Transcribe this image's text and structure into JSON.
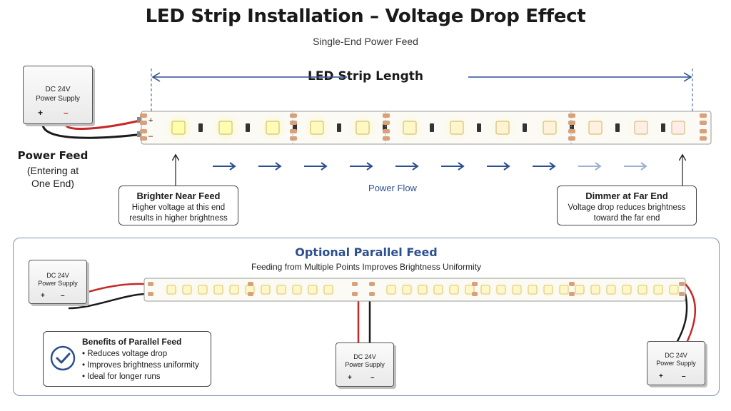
{
  "title": "LED Strip Installation – Voltage Drop Effect",
  "subtitle": "Single-End Power Feed",
  "strip_length_label": "LED Strip Length",
  "power_supply": {
    "line1": "DC 24V",
    "line2": "Power Supply",
    "plus": "+",
    "minus": "–"
  },
  "power_feed": {
    "label": "Power Feed",
    "sub_line1": "(Entering at",
    "sub_line2": "One End)"
  },
  "strip_end_marks": {
    "plus": "+",
    "minus": "–"
  },
  "callout_near": {
    "heading": "Brighter Near Feed",
    "line1": "Higher voltage at this end",
    "line2": "results in higher brightness"
  },
  "callout_far": {
    "heading": "Dimmer at Far End",
    "line1": "Voltage drop reduces brightness",
    "line2": "toward the far end"
  },
  "power_flow_label": "Power Flow",
  "parallel": {
    "title": "Optional Parallel Feed",
    "subtitle": "Feeding from Multiple Points Improves Brightness Uniformity",
    "benefits_heading": "Benefits of Parallel Feed",
    "benefits": [
      "• Reduces voltage drop",
      "• Improves brightness uniformity",
      "• Ideal for longer runs"
    ]
  },
  "colors": {
    "accent_blue": "#2d4f8f",
    "wire_red": "#c62828",
    "wire_black": "#1a1a1a",
    "copper": "#d9a07a",
    "led_glow": "#fff3a8",
    "panel_border": "#7f95b8"
  }
}
